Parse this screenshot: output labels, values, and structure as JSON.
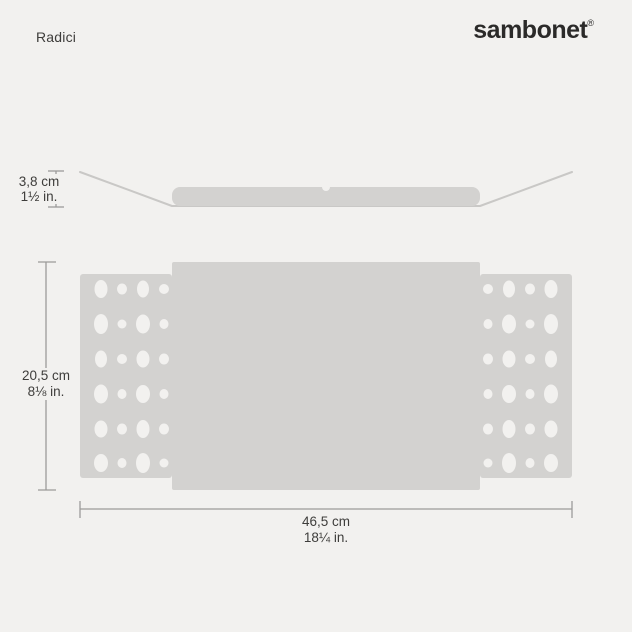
{
  "header": {
    "product_name": "Radici",
    "brand_logo": "sambonet",
    "brand_registered_mark": "®"
  },
  "diagram": {
    "side_view": {
      "height": {
        "metric": "3,8 cm",
        "imperial": "1½ in."
      }
    },
    "top_view": {
      "depth": {
        "metric": "20,5 cm",
        "imperial": "8⅛ in."
      },
      "width": {
        "metric": "46,5 cm",
        "imperial": "18¼ in."
      }
    }
  },
  "colors": {
    "background": "#f2f1ef",
    "shape_fill": "#d3d2d0",
    "outline_stroke": "#c9c8c6",
    "dimension_stroke": "#9c9b99",
    "text": "#3e3d3b",
    "logo": "#2b2a29"
  }
}
